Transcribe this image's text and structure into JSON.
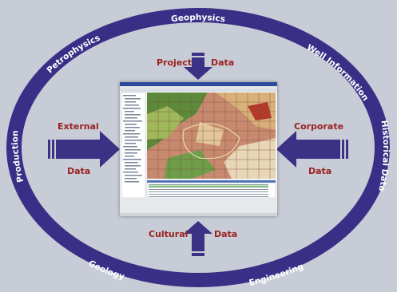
{
  "ring_labels": {
    "top": "Geophysics",
    "upper_right": "Well Information",
    "right": "Historical Data",
    "lower_right": "Engineering",
    "lower_left": "Geology",
    "left": "Production",
    "upper_left": "Petrophysics"
  },
  "arrows": {
    "top": {
      "left_word": "Project",
      "right_word": "Data"
    },
    "left": {
      "upper_word": "External",
      "lower_word": "Data"
    },
    "right": {
      "upper_word": "Corporate",
      "lower_word": "Data"
    },
    "bottom": {
      "left_word": "Cultural",
      "right_word": "Data"
    }
  },
  "colors": {
    "ring": "#3a2f86",
    "arrow": "#3b3185",
    "label": "#9b2220",
    "background": "#c7ccd6"
  }
}
